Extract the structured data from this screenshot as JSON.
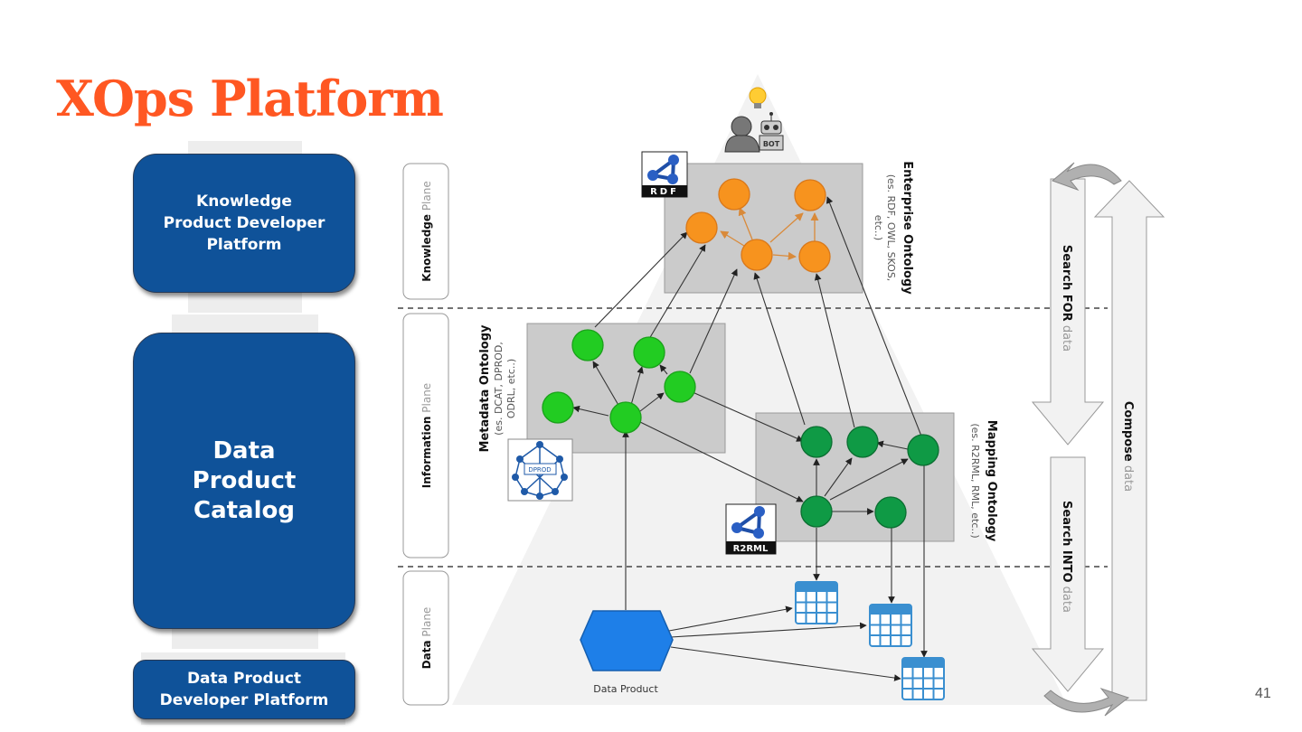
{
  "slide": {
    "title": "XOps Platform",
    "page_number": "41",
    "title_color": "#ff5722",
    "card_color": "#0f5299"
  },
  "left_cards": {
    "knowledge": "Knowledge\nProduct Developer\nPlatform",
    "catalog": "Data\nProduct\nCatalog",
    "developer": "Data Product\nDeveloper Platform"
  },
  "planes": [
    {
      "bold": "Knowledge",
      "light": " Plane"
    },
    {
      "bold": "Information",
      "light": " Plane"
    },
    {
      "bold": "Data",
      "light": " Plane"
    }
  ],
  "ontologies": {
    "enterprise": {
      "title": "Enterprise Ontology",
      "sub1": "(es. RDF, OWL, SKOS,",
      "sub2": "etc..)",
      "badge": "RDF",
      "node_color": "#f7931e"
    },
    "metadata": {
      "title": "Metadata Ontology",
      "sub1": "(es. DCAT, DPROD,",
      "sub2": "ODRL, etc..)",
      "badge": "DPROD",
      "node_color": "#22cc22"
    },
    "mapping": {
      "title": "Mapping Ontology",
      "sub1": "(es. R2RML, RML, etc..)",
      "badge": "R2RML",
      "node_color": "#0f9a45"
    }
  },
  "data_plane": {
    "data_product_label": "Data Product",
    "hexagon_color": "#1e7fe8",
    "table_color": "#3a8fd0"
  },
  "actors": {
    "bot_label": "BOT"
  },
  "flows": {
    "search_for": {
      "bold": "Search FOR",
      "light": " data"
    },
    "search_into": {
      "bold": "Search INTO",
      "light": " data"
    },
    "compose": {
      "bold": "Compose",
      "light": " data"
    }
  }
}
